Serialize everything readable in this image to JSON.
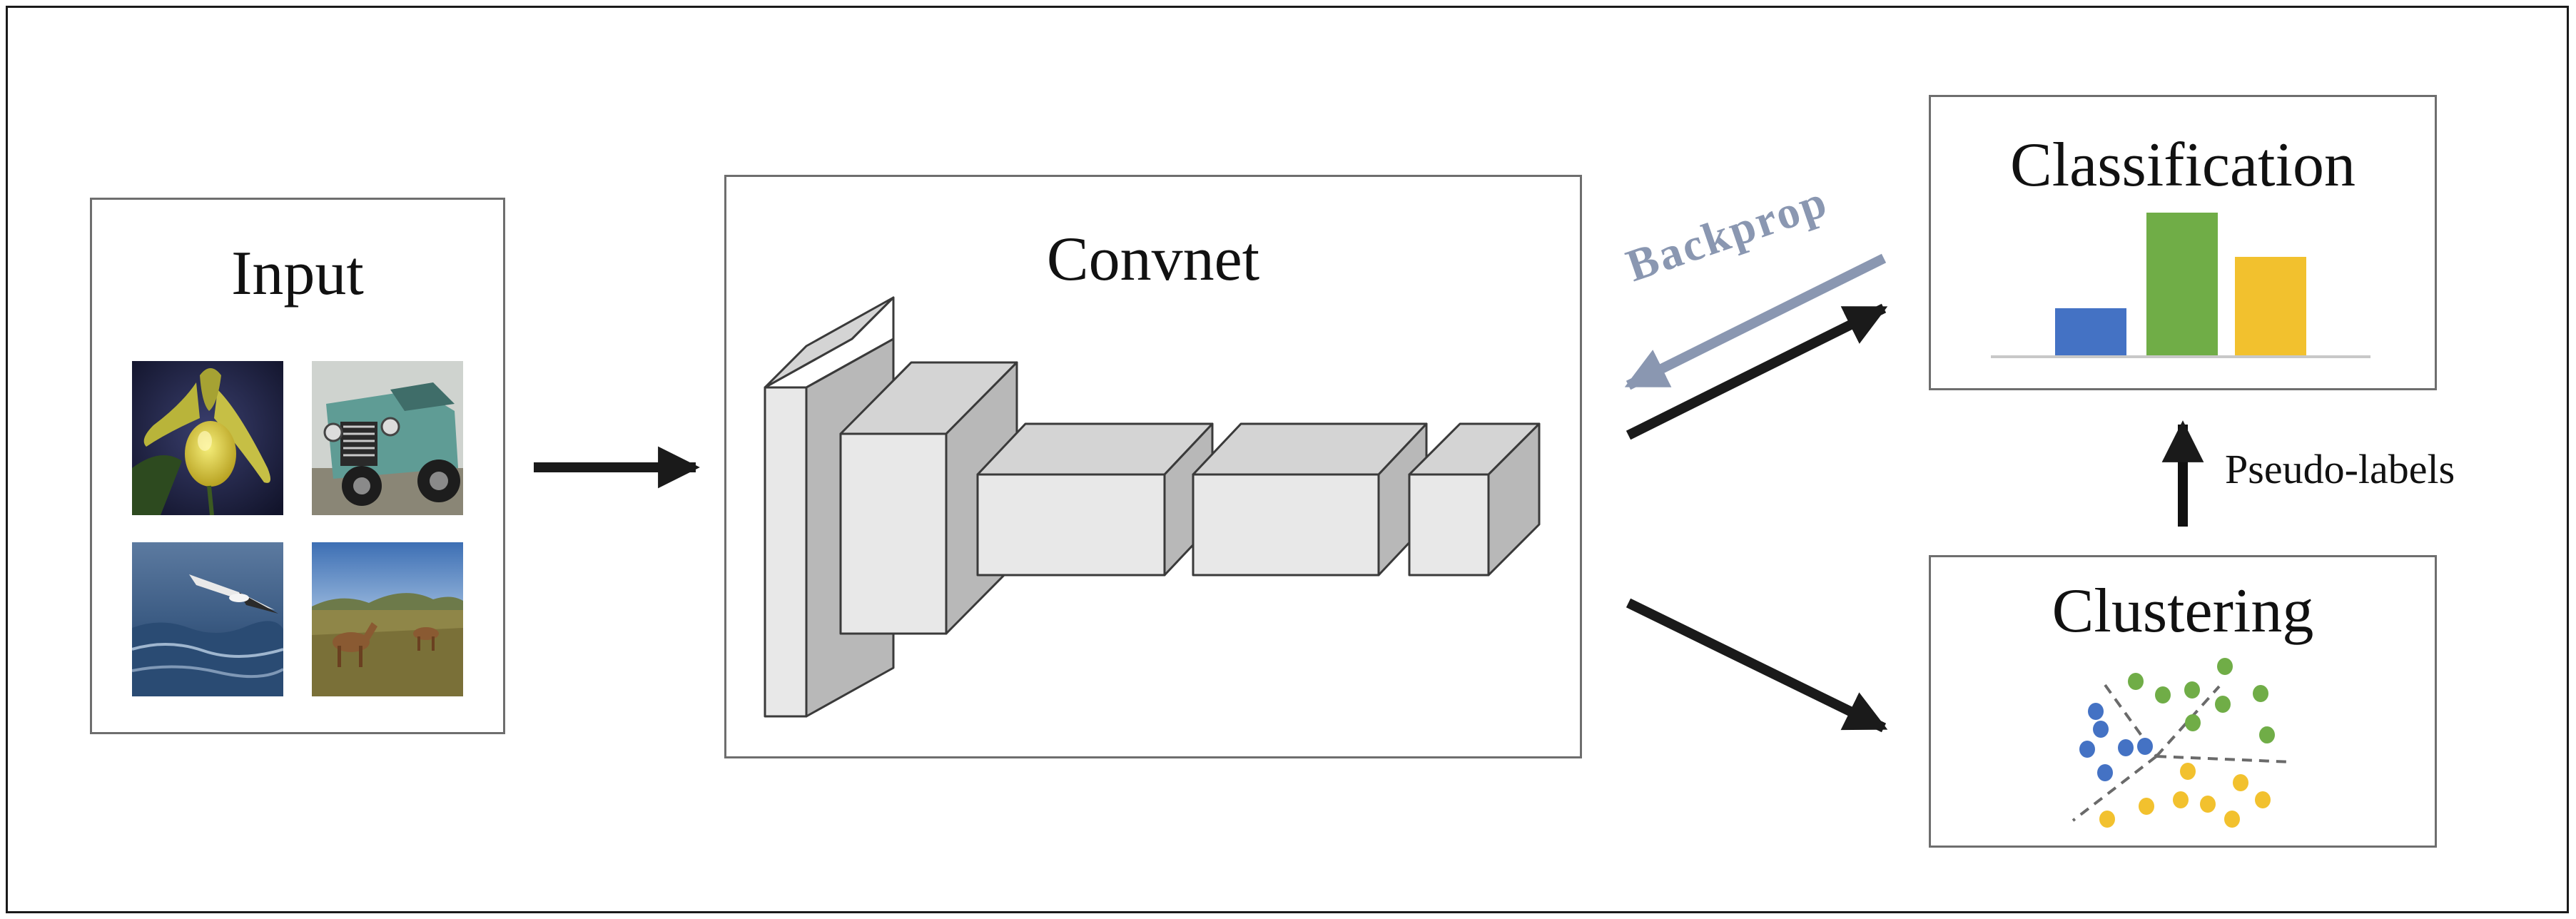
{
  "panels": {
    "input": {
      "title": "Input"
    },
    "convnet": {
      "title": "Convnet"
    },
    "classification": {
      "title": "Classification"
    },
    "clustering": {
      "title": "Clustering"
    }
  },
  "labels": {
    "backprop": "Backprop",
    "pseudo_labels": "Pseudo-labels"
  },
  "input_images": [
    "orchid-flower-photo",
    "vintage-car-photo",
    "seabird-over-water-photo",
    "deer-in-field-photo"
  ],
  "colors": {
    "cluster_blue": "#4472c4",
    "cluster_green": "#70ad47",
    "cluster_yellow": "#f2c12e",
    "backprop_arrow": "#8a97b1",
    "arrow": "#1a1a1a",
    "panel_border": "#6e6e6e",
    "block_front": "#e8e8e8",
    "block_side": "#b8b8b8",
    "block_top": "#d4d4d4"
  },
  "classification_bars": [
    {
      "color": "blue",
      "value": 0.33
    },
    {
      "color": "green",
      "value": 1.0
    },
    {
      "color": "yellow",
      "value": 0.69
    }
  ]
}
